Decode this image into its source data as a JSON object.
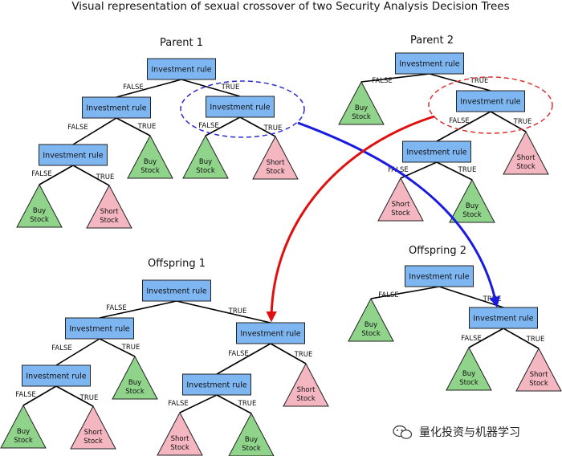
{
  "title": "Visual representation of sexual crossover of two Security Analysis Decision Trees",
  "labels": {
    "rule": "Investment rule",
    "true": "TRUE",
    "false": "FALSE",
    "buy": [
      "Buy",
      "Stock"
    ],
    "short": [
      "Short",
      "Stock"
    ]
  },
  "trees": [
    {
      "id": "parent-1",
      "name": "Parent 1"
    },
    {
      "id": "parent-2",
      "name": "Parent 2"
    },
    {
      "id": "offspring-1",
      "name": "Offspring 1"
    },
    {
      "id": "offspring-2",
      "name": "Offspring 2"
    }
  ],
  "colors": {
    "rule_fill": "#7eb6f2",
    "buy_fill": "#8fd48a",
    "short_fill": "#f4b6c0",
    "parent1_selection": "#2a2ad8",
    "parent2_selection": "#e03030"
  },
  "watermark": "量化投资与机器学习"
}
